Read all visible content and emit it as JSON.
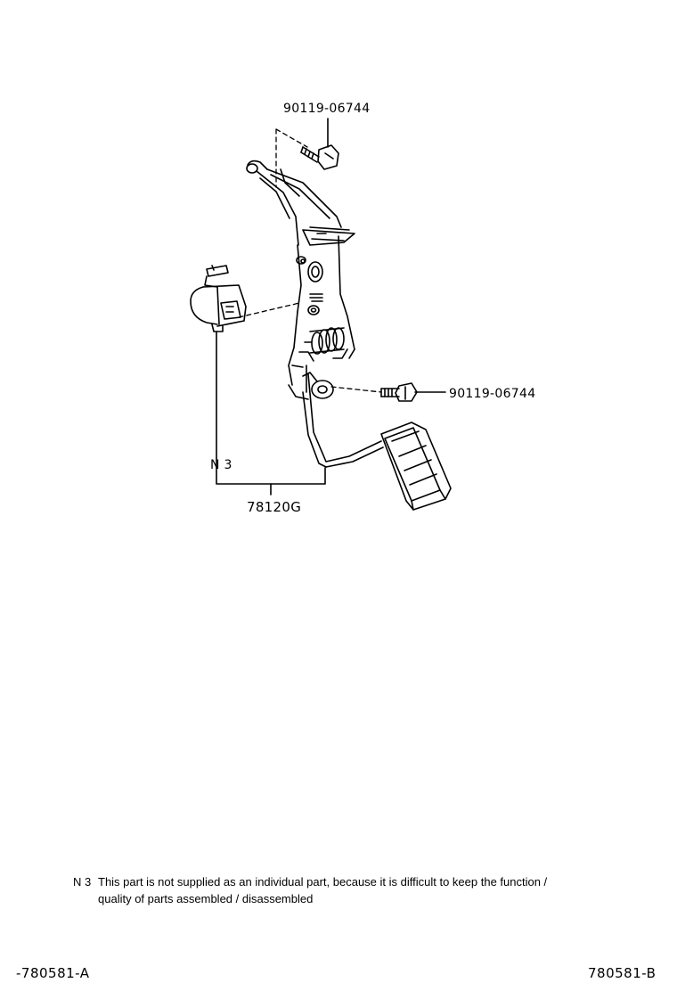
{
  "callouts": {
    "bolt_top": "90119-06744",
    "bolt_right": "90119-06744",
    "assembly": "78120G",
    "note_marker": "N 3"
  },
  "note": {
    "marker": "N 3",
    "line1": "This part is not supplied as an individual part, because it is difficult to keep the function /",
    "line2": "quality of parts assembled / disassembled"
  },
  "footer": {
    "left_code": "-780581-A",
    "right_code": "780581-B"
  }
}
